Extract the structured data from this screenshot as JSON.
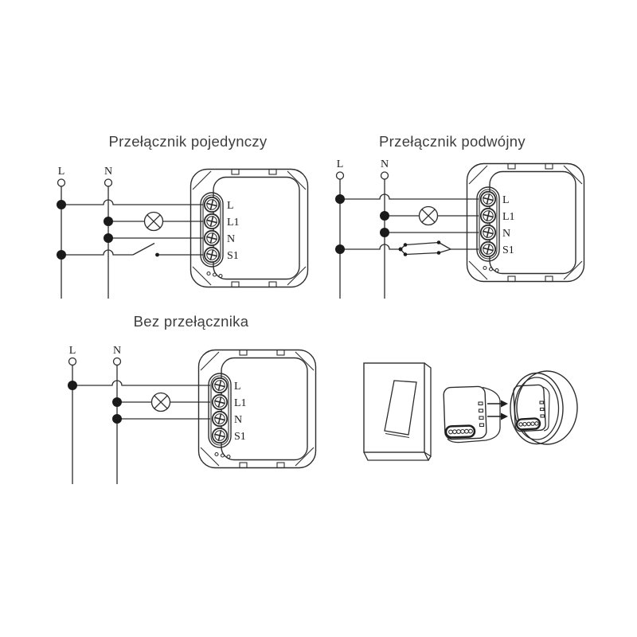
{
  "page": {
    "background_color": "#ffffff",
    "description_colors": {
      "line": "#2d2d2d",
      "title_text": "#3e3e3e",
      "label_text": "#1c1c1c",
      "junction_dot": "#1a1a1a"
    }
  },
  "diagrams": {
    "single_switch": {
      "title": "Przełącznik pojedynczy",
      "live_label": "L",
      "neutral_label": "N"
    },
    "double_switch": {
      "title": "Przełącznik podwójny",
      "live_label": "L",
      "neutral_label": "N"
    },
    "no_switch": {
      "title": "Bez przełącznika",
      "live_label": "L",
      "neutral_label": "N"
    }
  },
  "module": {
    "terminal_labels": [
      "L",
      "L1",
      "N",
      "S1"
    ]
  },
  "icons": {
    "lamp": "lamp-icon (circle with X)",
    "single_switch_contact": "switch-contact-icon",
    "double_switch_contact": "double-switch-contact-icon",
    "arrow_right": "arrow-right-icon",
    "wall_switch": "wall-switch-rocker",
    "relay_module": "smart-relay-module",
    "junction_box": "round-junction-box"
  }
}
